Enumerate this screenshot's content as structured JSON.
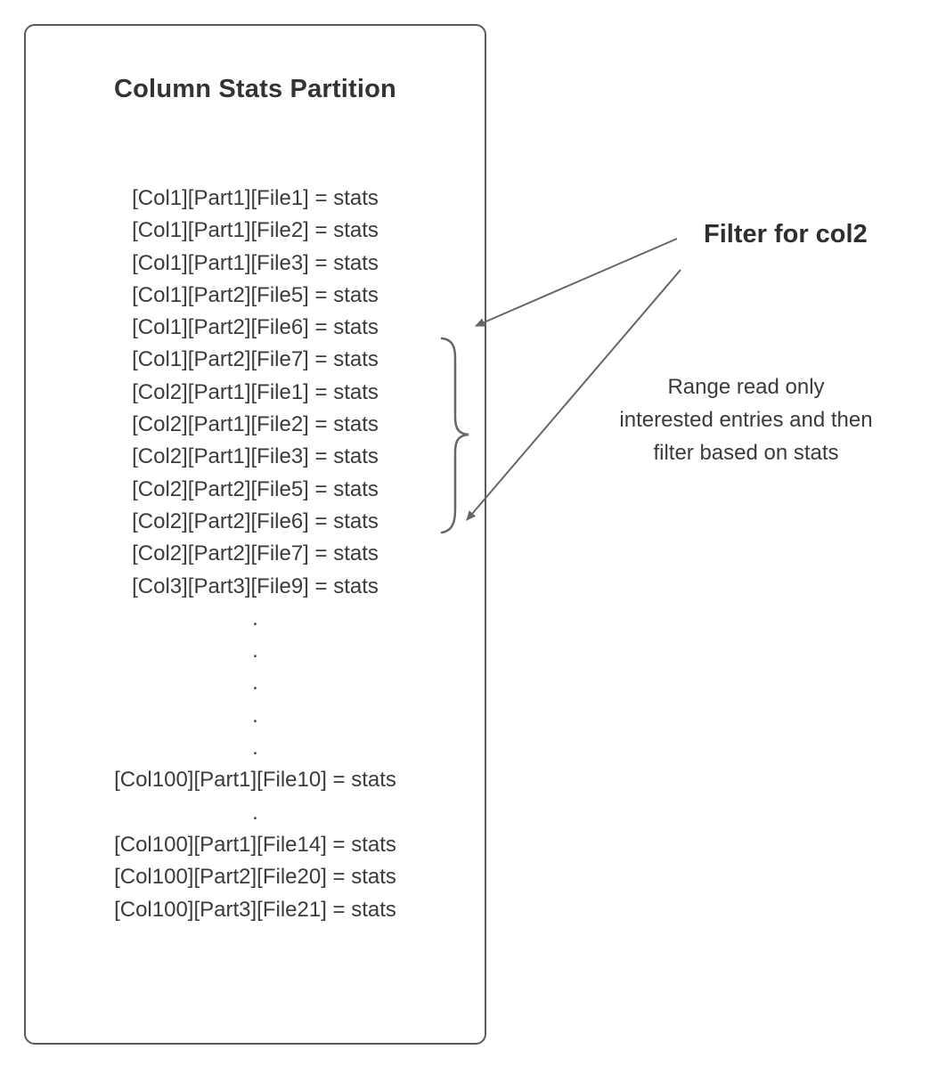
{
  "diagram": {
    "box": {
      "title": "Column Stats Partition",
      "lines": [
        "[Col1][Part1][File1] = stats",
        "[Col1][Part1][File2] = stats",
        "[Col1][Part1][File3] = stats",
        "[Col1][Part2][File5] = stats",
        "[Col1][Part2][File6] = stats",
        "[Col1][Part2][File7] = stats",
        "[Col2][Part1][File1] = stats",
        "[Col2][Part1][File2] = stats",
        "[Col2][Part1][File3] = stats",
        "[Col2][Part2][File5] = stats",
        "[Col2][Part2][File6] = stats",
        "[Col2][Part2][File7] = stats",
        "[Col3][Part3][File9] = stats",
        ".",
        ".",
        ".",
        ".",
        ".",
        "[Col100][Part1][File10] = stats",
        ".",
        "[Col100][Part1][File14] = stats",
        "[Col100][Part2][File20] = stats",
        "[Col100][Part3][File21] = stats"
      ]
    },
    "annotations": {
      "filter_heading": "Filter for col2",
      "range_note": "Range read only interested entries and then filter based on stats"
    },
    "colors": {
      "text": "#3b3b3b",
      "border": "#595959",
      "arrow": "#666666"
    }
  }
}
